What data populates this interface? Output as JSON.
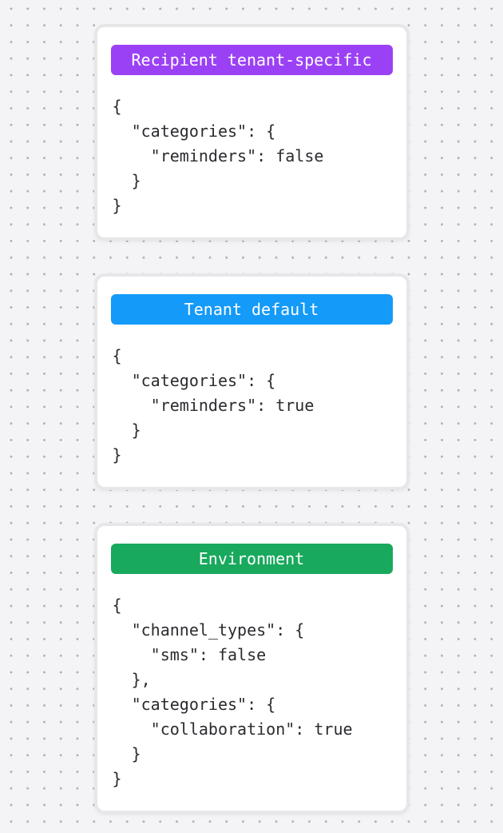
{
  "background": {
    "bg_color": "#f4f4f6",
    "dot_color": "#aeaeb4"
  },
  "cards": [
    {
      "id": "recipient-tenant-specific",
      "badge": {
        "label": "Recipient tenant-specific",
        "color": "#9b41f5",
        "text_color": "#ffffff"
      },
      "code": "{\n  \"categories\": {\n    \"reminders\": false\n  }\n}"
    },
    {
      "id": "tenant-default",
      "badge": {
        "label": "Tenant default",
        "color": "#149af8",
        "text_color": "#ffffff"
      },
      "code": "{\n  \"categories\": {\n    \"reminders\": true\n  }\n}"
    },
    {
      "id": "environment",
      "badge": {
        "label": "Environment",
        "color": "#18a95d",
        "text_color": "#ffffff"
      },
      "code": "{\n  \"channel_types\": {\n    \"sms\": false\n  },\n  \"categories\": {\n    \"collaboration\": true\n  }\n}"
    }
  ]
}
